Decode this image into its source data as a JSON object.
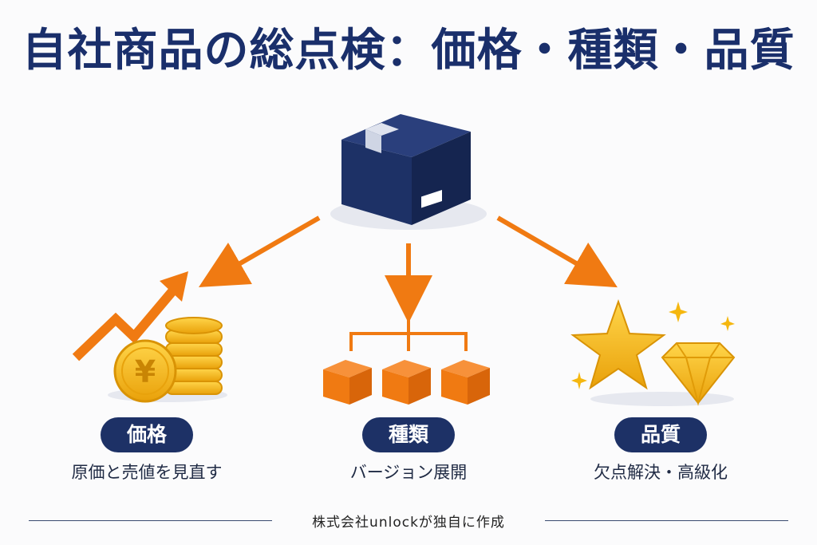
{
  "title": "自社商品の総点検：価格・種類・品質",
  "categories": [
    {
      "label": "価格",
      "description": "原価と売値を見直す",
      "icon": "yen-coins-growth-icon"
    },
    {
      "label": "種類",
      "description": "バージョン展開",
      "icon": "multiple-boxes-icon"
    },
    {
      "label": "品質",
      "description": "欠点解決・高級化",
      "icon": "star-diamond-icon"
    }
  ],
  "coin_symbol": "¥",
  "footer": "株式会社unlockが独自に作成",
  "colors": {
    "navy": "#1d3166",
    "orange": "#f07a12",
    "gold": "#f5b70f"
  }
}
